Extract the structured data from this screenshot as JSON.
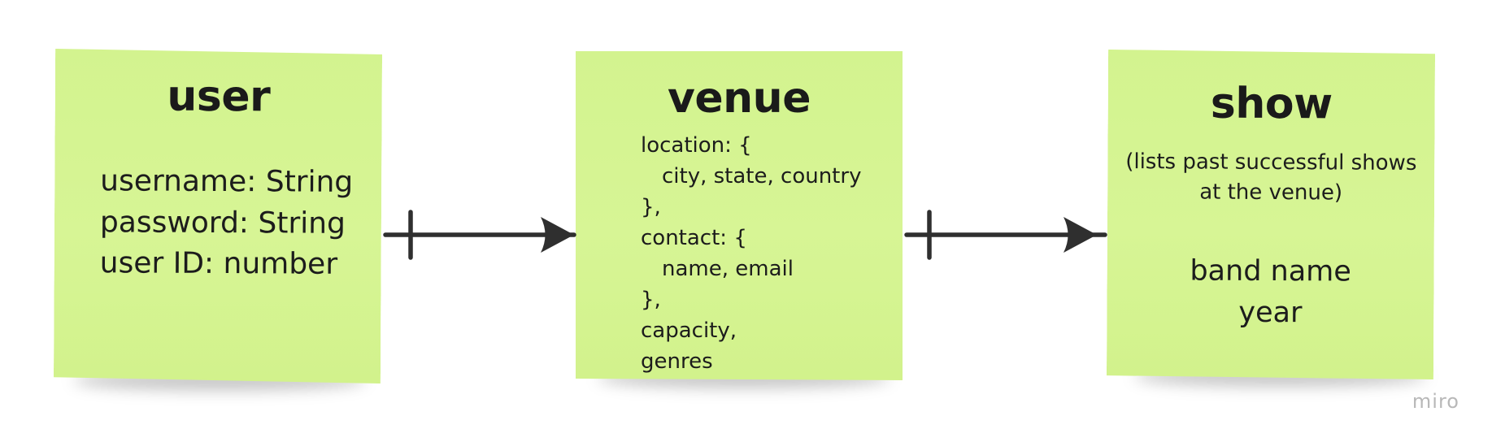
{
  "colors": {
    "note_fill": "#d5f491",
    "connector": "#2f2f2f",
    "text": "#1c1c1c",
    "watermark": "#b8b8b8"
  },
  "notes": {
    "user": {
      "title": "user",
      "fields": [
        "username: String",
        "password: String",
        "user ID: number"
      ]
    },
    "venue": {
      "title": "venue",
      "fields": [
        "location: {",
        "city, state, country",
        "},",
        "contact: {",
        "name, email",
        "},",
        "capacity,",
        "genres"
      ]
    },
    "show": {
      "title": "show",
      "subtitle": [
        "(lists past successful shows",
        "at the venue)"
      ],
      "fields": [
        "band name",
        "year"
      ]
    }
  },
  "connectors": [
    {
      "from": "user",
      "to": "venue",
      "start_marker": "one",
      "end_marker": "arrow"
    },
    {
      "from": "venue",
      "to": "show",
      "start_marker": "one",
      "end_marker": "arrow"
    }
  ],
  "watermark": "miro"
}
